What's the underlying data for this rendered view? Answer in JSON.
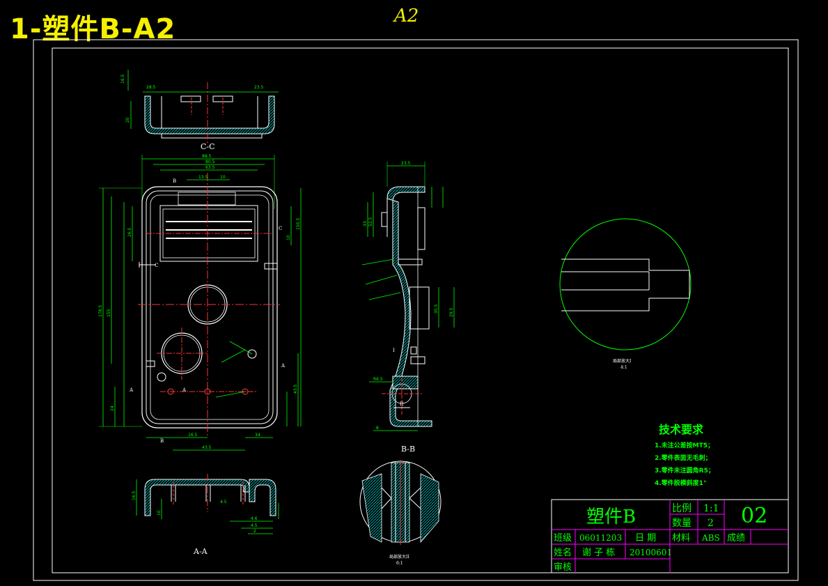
{
  "header": {
    "banner": "1-塑件B-A2",
    "sheet_size": "A2"
  },
  "views": {
    "section_cc": "C-C",
    "section_bb": "B-B",
    "section_aa": "A-A",
    "detail_i_label": "局部放大I",
    "detail_i_scale": "4:1",
    "detail_ii_label": "局部放大II",
    "detail_ii_scale": "6:1"
  },
  "markers": {
    "B": "B",
    "C": "C",
    "A": "A",
    "I": "I",
    "II": "II"
  },
  "tech_requirements": {
    "title": "技术要求",
    "items": [
      "1.未注公差按MT5；",
      "2.零件表面无毛刺；",
      "3.零件未注圆角R5；",
      "4.零件脱模斜度1°"
    ]
  },
  "title_block": {
    "part_name": "塑件B",
    "scale_label": "比例",
    "scale_value": "1:1",
    "qty_label": "数量",
    "qty_value": "2",
    "drawing_no": "02",
    "class_label": "班级",
    "class_value": "06011203",
    "date_label": "日 期",
    "material_label": "材料",
    "material_value": "ABS",
    "grade_label": "成绩",
    "name_label": "姓名",
    "name_value": "谢 子 栋",
    "date_value": "20100601",
    "review_label": "审核"
  },
  "colors": {
    "background": "#000000",
    "outline": "#ffffff",
    "dimension": "#00ff00",
    "centerline": "#ff0000",
    "hatch": "#00ffff",
    "title_grid": "#ff00ff",
    "banner": "#f5f000"
  }
}
